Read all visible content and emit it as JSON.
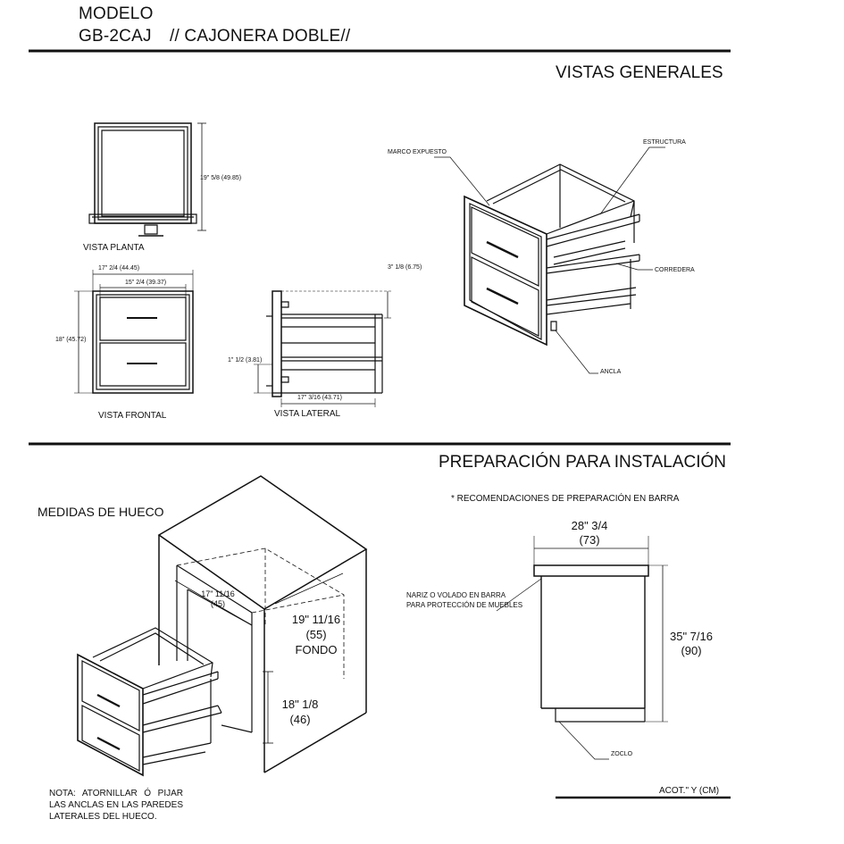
{
  "header": {
    "model_label": "MODELO",
    "model_code": "GB-2CAJ",
    "model_name": "// CAJONERA DOBLE//"
  },
  "section_general": {
    "title": "VISTAS GENERALES",
    "plan_label": "VISTA PLANTA",
    "plan_depth": "19\" 5/8 (49.85)",
    "front_label": "VISTA FRONTAL",
    "front_width_outer": "17\" 2/4 (44.45)",
    "front_width_inner": "15\" 2/4 (39.37)",
    "front_height": "18\" (45.72)",
    "side_label": "VISTA LATERAL",
    "side_top_dim": "3\" 1/8 (6.75)",
    "side_bottom_dim": "1\" 1/2 (3.81)",
    "side_depth": "17\" 3/16 (43.71)",
    "callout_frame": "MARCO EXPUESTO",
    "callout_structure": "ESTRUCTURA",
    "callout_slide": "CORREDERA",
    "callout_anchor": "ANCLA"
  },
  "section_install": {
    "title": "PREPARACIÓN PARA INSTALACIÓN",
    "recommendation": "* RECOMENDACIONES DE PREPARACIÓN EN BARRA",
    "cutout_title": "MEDIDAS DE HUECO",
    "cutout_width_in": "17\" 11/16",
    "cutout_width_cm": "(45)",
    "cutout_depth_in": "19\" 11/16",
    "cutout_depth_cm": "(55)",
    "cutout_depth_label": "FONDO",
    "cutout_height_in": "18\" 1/8",
    "cutout_height_cm": "(46)",
    "bar_width_in": "28\" 3/4",
    "bar_width_cm": "(73)",
    "bar_height_in": "35\" 7/16",
    "bar_height_cm": "(90)",
    "overhang_note_1": "NARIZ O VOLADO EN BARRA",
    "overhang_note_2": "PARA PROTECCIÓN DE MUEBLES",
    "plinth": "ZOCLO",
    "units": "ACOT.\" Y (CM)",
    "note": "NOTA:  ATORNILLAR Ó PIJAR LAS ANCLAS  EN  LAS  PAREDES LATERALES DEL HUECO."
  }
}
